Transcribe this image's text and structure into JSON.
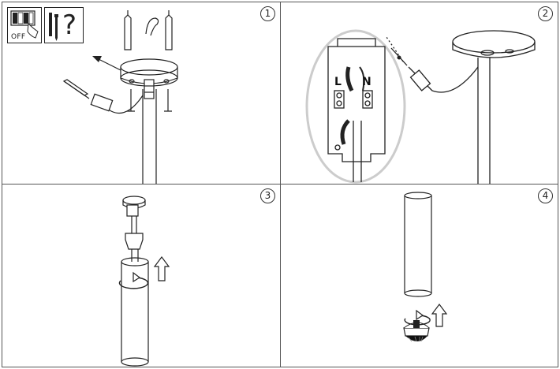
{
  "steps": [
    {
      "number": "1",
      "off_label": "OFF",
      "question_mark": "?"
    },
    {
      "number": "2",
      "live_label": "L",
      "neutral_label": "N"
    },
    {
      "number": "3"
    },
    {
      "number": "4"
    }
  ],
  "icons": [
    "power-off-icon",
    "screws-question-icon",
    "mount-arrow-icon",
    "rotate-arrow-icon",
    "up-arrow-icon"
  ],
  "colors": {
    "line": "#222222",
    "panel_border": "#555555",
    "oval": "#cccccc"
  }
}
